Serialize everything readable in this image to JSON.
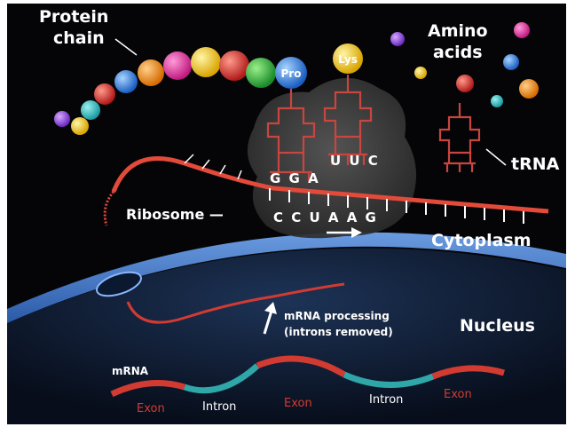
{
  "labels": {
    "protein_chain_line1": "Protein",
    "protein_chain_line2": "chain",
    "amino_acids_line1": "Amino",
    "amino_acids_line2": "acids",
    "trna": "tRNA",
    "ribosome": "Ribosome —",
    "cytoplasm": "Cytoplasm",
    "nucleus": "Nucleus",
    "mrna_processing_line1": "mRNA processing",
    "mrna_processing_line2": "(introns removed)",
    "mrna": "mRNA",
    "exon": "Exon",
    "intron": "Intron"
  },
  "amino_acid_labels": {
    "pro": "Pro",
    "lys": "Lys"
  },
  "codons": {
    "anticodon_left": "G G A",
    "anticodon_right": "U U C",
    "mrna_sequence": "C C U A A G"
  },
  "colors": {
    "background": "#050508",
    "membrane": "#3b6fc2",
    "nucleus": "#0d1c33",
    "mrna_exon": "#d23b32",
    "mrna_intron": "#2fa6a8",
    "trna": "#c8463f",
    "ribosome": "#4a4a4a"
  }
}
